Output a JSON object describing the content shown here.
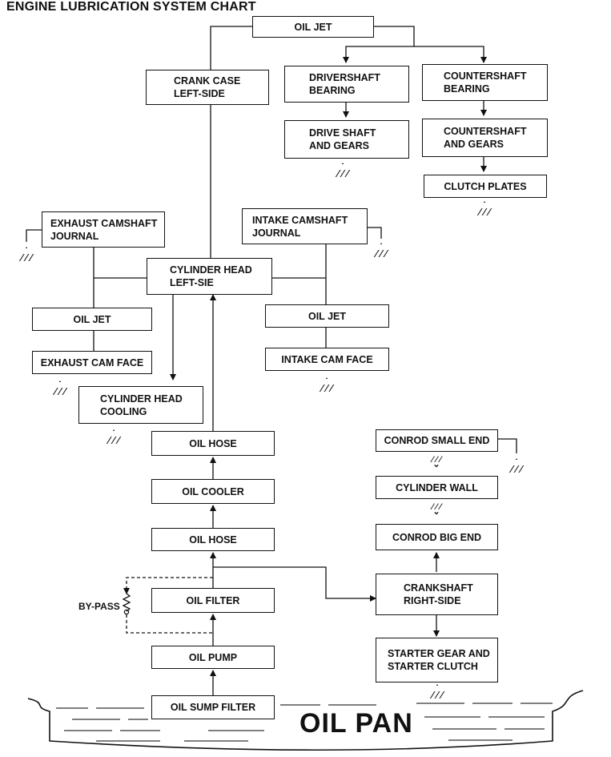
{
  "title": "ENGINE LUBRICATION SYSTEM CHART",
  "nodes": {
    "oil_jet_top": "OIL JET",
    "crank_case_left": "CRANK CASE\nLEFT-SIDE",
    "drivershaft_bearing": "DRIVERSHAFT\nBEARING",
    "countershaft_bearing": "COUNTERSHAFT\nBEARING",
    "drive_shaft_gears": "DRIVE SHAFT\nAND GEARS",
    "countershaft_gears": "COUNTERSHAFT\nAND GEARS",
    "clutch_plates": "CLUTCH PLATES",
    "exhaust_camshaft_journal": "EXHAUST CAMSHAFT\nJOURNAL",
    "intake_camshaft_journal": "INTAKE CAMSHAFT\nJOURNAL",
    "cylinder_head_left": "CYLINDER HEAD\nLEFT-SIE",
    "oil_jet_left": "OIL JET",
    "oil_jet_right": "OIL JET",
    "exhaust_cam_face": "EXHAUST CAM FACE",
    "intake_cam_face": "INTAKE CAM FACE",
    "cylinder_head_cooling": "CYLINDER HEAD\nCOOLING",
    "oil_hose_upper": "OIL HOSE",
    "oil_cooler": "OIL COOLER",
    "oil_hose_lower": "OIL HOSE",
    "oil_filter": "OIL FILTER",
    "oil_pump": "OIL PUMP",
    "oil_sump_filter": "OIL SUMP FILTER",
    "conrod_small_end": "CONROD SMALL END",
    "cylinder_wall": "CYLINDER WALL",
    "conrod_big_end": "CONROD BIG END",
    "crankshaft_right": "CRANKSHAFT\nRIGHT-SIDE",
    "starter_gear_clutch": "STARTER GEAR AND\nSTARTER CLUTCH"
  },
  "bypass_label": "BY-PASS",
  "oil_pan_label": "OIL PAN"
}
